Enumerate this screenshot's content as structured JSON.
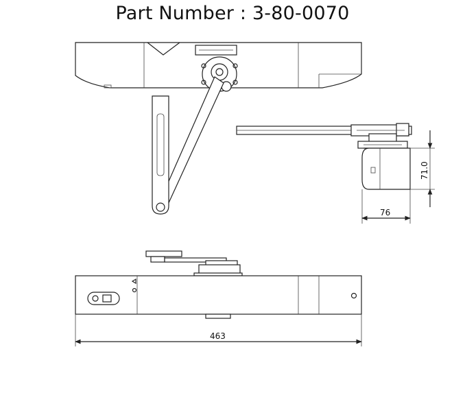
{
  "title": "Part Number : 3-80-0070",
  "dimensions": {
    "height": "71.0",
    "depth": "76",
    "length": "463"
  }
}
